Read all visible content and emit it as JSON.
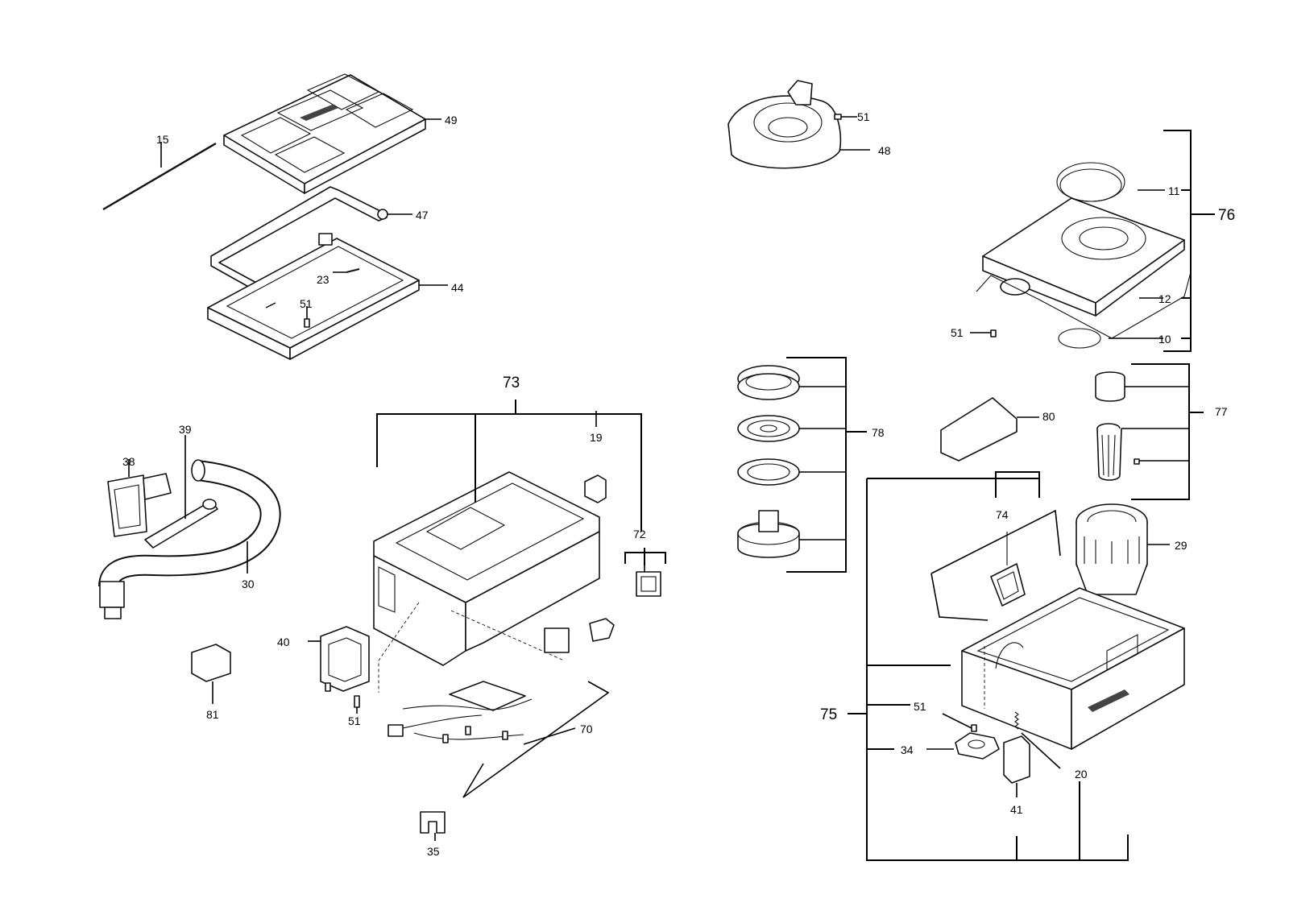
{
  "callouts": {
    "c15": "15",
    "c49": "49",
    "c47": "47",
    "c23": "23",
    "c44": "44",
    "c51a": "51",
    "c73": "73",
    "c19": "19",
    "c72": "72",
    "c38": "38",
    "c39": "39",
    "c30": "30",
    "c40": "40",
    "c81": "81",
    "c51b": "51",
    "c70": "70",
    "c35": "35",
    "c51c": "51",
    "c48": "48",
    "c11": "11",
    "c76": "76",
    "c12": "12",
    "c51d": "51",
    "c10": "10",
    "c78": "78",
    "c80": "80",
    "c77": "77",
    "c74": "74",
    "c29": "29",
    "c75": "75",
    "c51e": "51",
    "c34": "34",
    "c20": "20",
    "c41": "41"
  },
  "icons": {
    "brand_mark": "milwaukee-logo-icon"
  }
}
